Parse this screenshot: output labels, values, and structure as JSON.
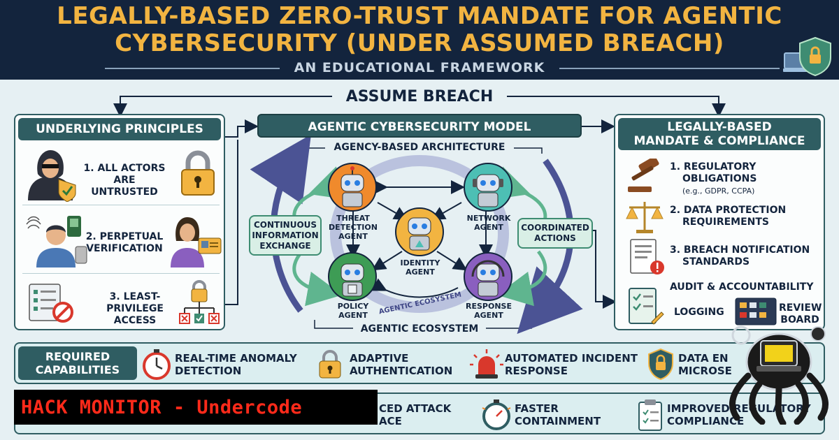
{
  "header": {
    "title_line1": "LEGALLY-BASED ZERO-TRUST MANDATE FOR AGENTIC",
    "title_line2": "CYBERSECURITY (UNDER ASSUMED BREACH)",
    "subtitle": "AN EDUCATIONAL FRAMEWORK"
  },
  "assume_breach": "ASSUME BREACH",
  "principles": {
    "title": "UNDERLYING PRINCIPLES",
    "items": [
      {
        "label_l1": "1. ALL ACTORS",
        "label_l2": "ARE UNTRUSTED"
      },
      {
        "label_l1": "2. PERPETUAL",
        "label_l2": "VERIFICATION"
      },
      {
        "label_l1": "3. LEAST-PRIVILEGE",
        "label_l2": "ACCESS"
      }
    ]
  },
  "model": {
    "title": "AGENTIC CYBERSECURITY MODEL",
    "architecture_label": "AGENCY-BASED ARCHITECTURE",
    "ecosystem_label": "AGENTIC ECOSYSTEM",
    "ring_label": "AGENTIC ECOSYSTEM",
    "left_label": [
      "CONTINUOUS",
      "INFORMATION",
      "EXCHANGE"
    ],
    "right_label": [
      "COORDINATED",
      "ACTIONS"
    ],
    "agents": [
      {
        "l1": "THREAT",
        "l2": "DETECTION",
        "l3": "AGENT"
      },
      {
        "l1": "NETWORK",
        "l2": "AGENT"
      },
      {
        "l1": "IDENTITY",
        "l2": "AGENT"
      },
      {
        "l1": "POLICY",
        "l2": "AGENT"
      },
      {
        "l1": "RESPONSE",
        "l2": "AGENT"
      }
    ]
  },
  "mandate": {
    "title_l1": "LEGALLY-BASED",
    "title_l2": "MANDATE & COMPLIANCE",
    "items": [
      {
        "l1": "1. REGULATORY",
        "l2": "OBLIGATIONS",
        "l3": "(e.g., GDPR, CCPA)"
      },
      {
        "l1": "2. DATA PROTECTION",
        "l2": "REQUIREMENTS"
      },
      {
        "l1": "3. BREACH NOTIFICATION",
        "l2": "STANDARDS"
      }
    ],
    "audit_title": "AUDIT & ACCOUNTABILITY",
    "logging": "LOGGING",
    "review_l1": "REVIEW",
    "review_l2": "BOARD"
  },
  "capabilities": {
    "head_l1": "REQUIRED",
    "head_l2": "CAPABILITIES",
    "items": [
      {
        "l1": "REAL-TIME ANOMALY",
        "l2": "DETECTION"
      },
      {
        "l1": "ADAPTIVE",
        "l2": "AUTHENTICATION"
      },
      {
        "l1": "AUTOMATED INCIDENT",
        "l2": "RESPONSE"
      },
      {
        "l1": "DATA EN",
        "l2": "MICROSE"
      }
    ]
  },
  "outcomes": {
    "items": [
      {
        "l1": "CED ATTACK",
        "l2": "ACE"
      },
      {
        "l1": "FASTER",
        "l2": "CONTAINMENT"
      },
      {
        "l1": "IMPROVED REGULATORY",
        "l2": "COMPLIANCE"
      }
    ]
  },
  "watermark": "HACK MONITOR - Undercode",
  "colors": {
    "navy": "#13243d",
    "gold": "#f2b441",
    "teal": "#2f5d62",
    "green": "#3e8c72",
    "purple": "#5a5f9e",
    "orange": "#f08a2c",
    "red": "#ff2a1a"
  }
}
